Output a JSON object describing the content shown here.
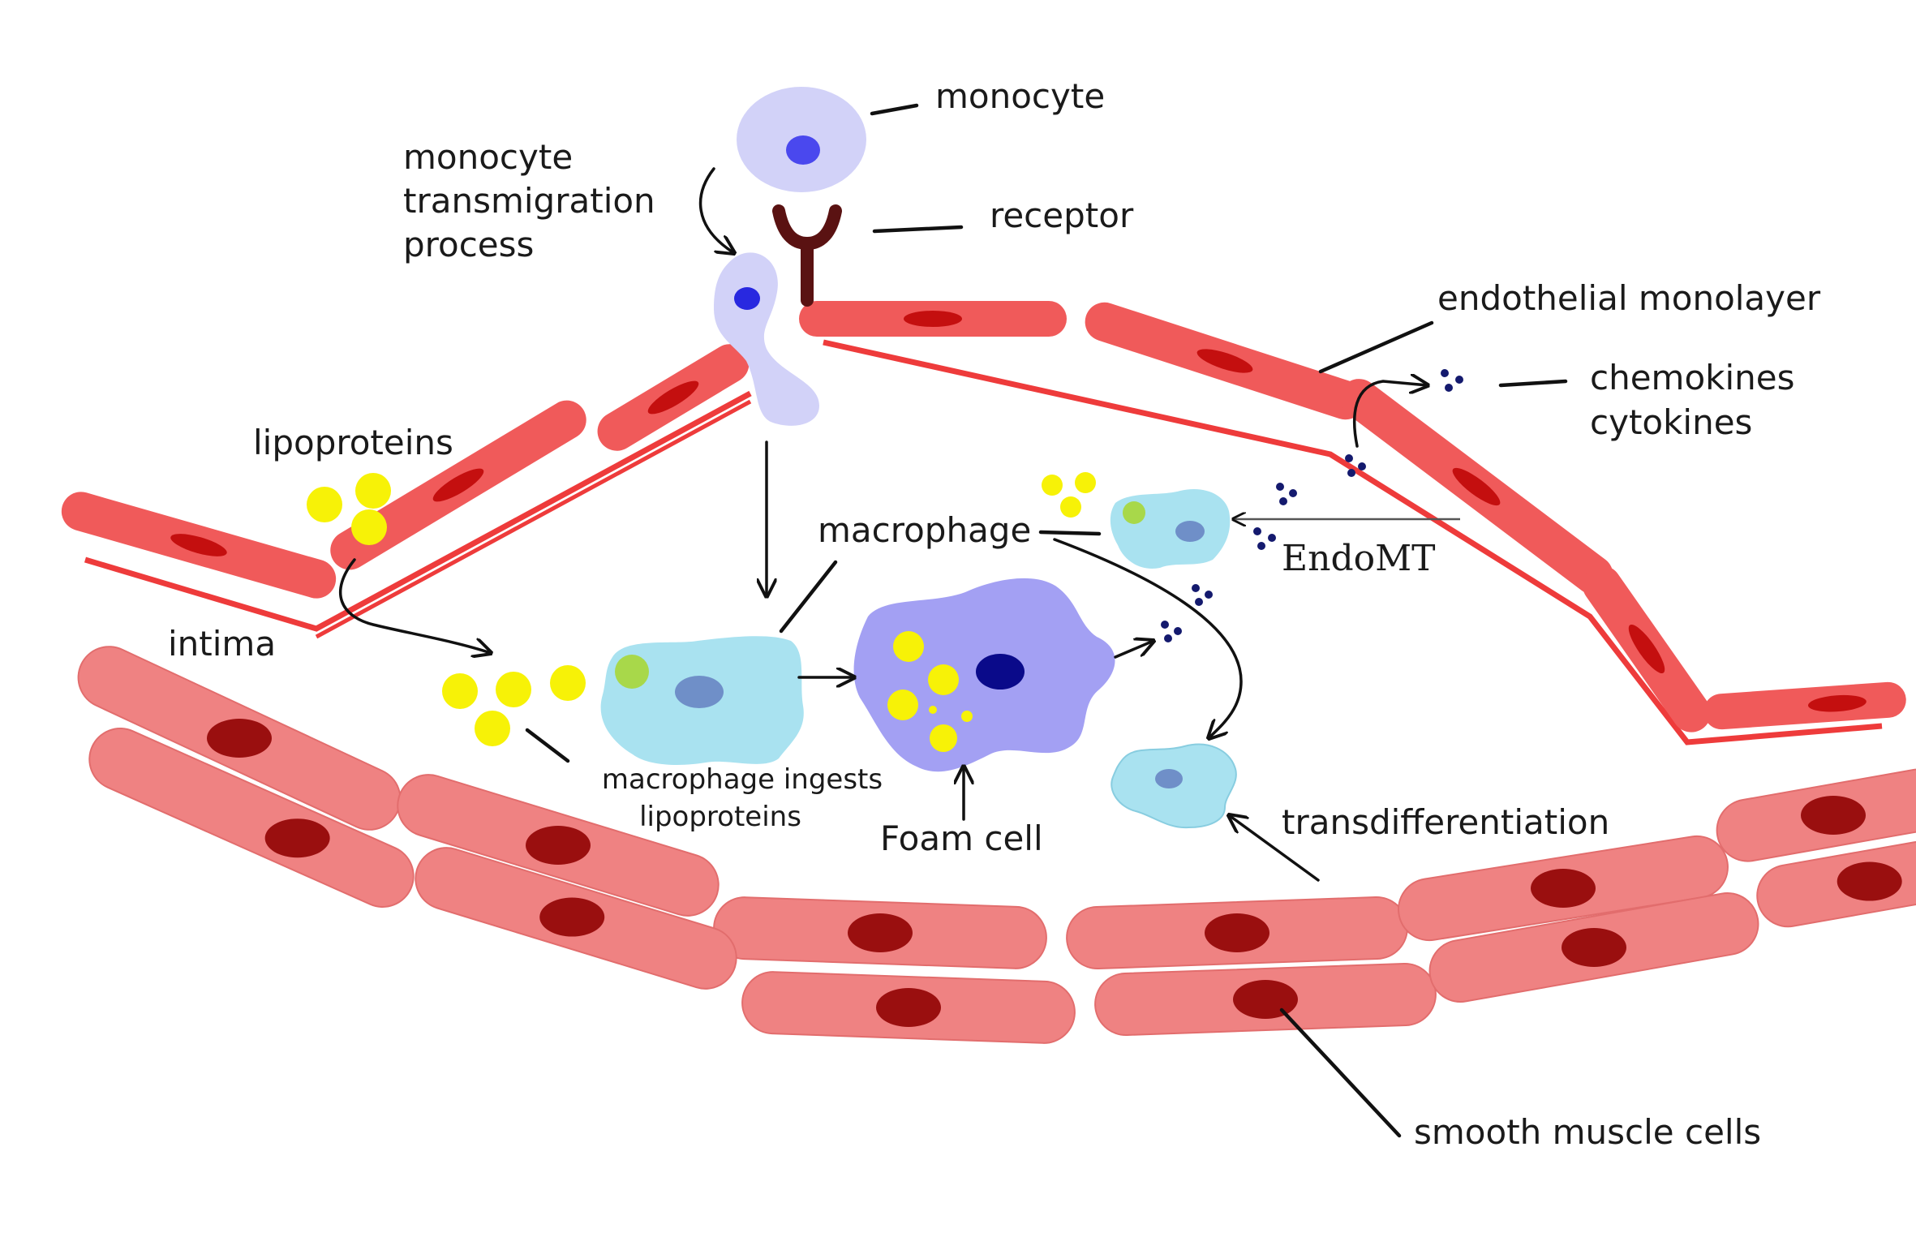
{
  "labels": {
    "monocyte": "monocyte",
    "transmigration": [
      "monocyte",
      "transmigration",
      "process"
    ],
    "receptor": "receptor",
    "endothelial_monolayer": "endothelial monolayer",
    "chemokines_cytokines": [
      "chemokines",
      "cytokines"
    ],
    "lipoproteins": "lipoproteins",
    "macrophage": "macrophage",
    "endomt": "EndoMT",
    "intima": "intima",
    "macrophage_ingests": [
      "macrophage ingests",
      "lipoproteins"
    ],
    "foam_cell": "Foam cell",
    "transdifferentiation": "transdifferentiation",
    "smooth_muscle_cells": "smooth muscle cells"
  },
  "colors": {
    "endothelium": "#f05a5a",
    "endothelial_nucleus": "#c40f0f",
    "smooth_muscle": "#ef8282",
    "smooth_muscle_nucleus": "#9a0f0f",
    "monocyte": "#d2d2f8",
    "monocyte_nucleus": "#4a48ee",
    "macrophage": "#a9e2f0",
    "foam_cell": "#a3a0f3",
    "lipoprotein": "#f7f207",
    "receptor": "#5a1212",
    "chemokine_dot": "#141a6e"
  }
}
